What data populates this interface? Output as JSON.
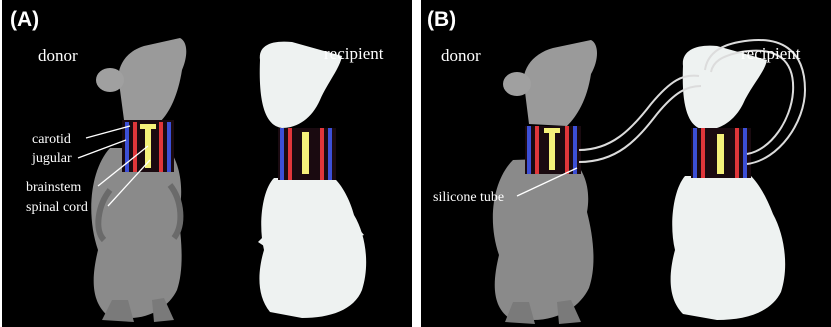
{
  "panels": [
    {
      "letter": "(A)",
      "donor_label": "donor",
      "recipient_label": "recipient",
      "structure_labels": [
        "carotid",
        "jugular",
        "brainstem",
        "spinal cord"
      ]
    },
    {
      "letter": "(B)",
      "donor_label": "donor",
      "recipient_label": "recipient",
      "tube_label": "silicone tube"
    }
  ],
  "colors": {
    "background": "#000000",
    "donor_body": "#8a8a8a",
    "recipient_body": "#eef2f1",
    "carotid": "#e0363a",
    "jugular": "#3c4fd6",
    "spinal_cord": "#f4f07a",
    "tube": "#dcdcdc"
  }
}
